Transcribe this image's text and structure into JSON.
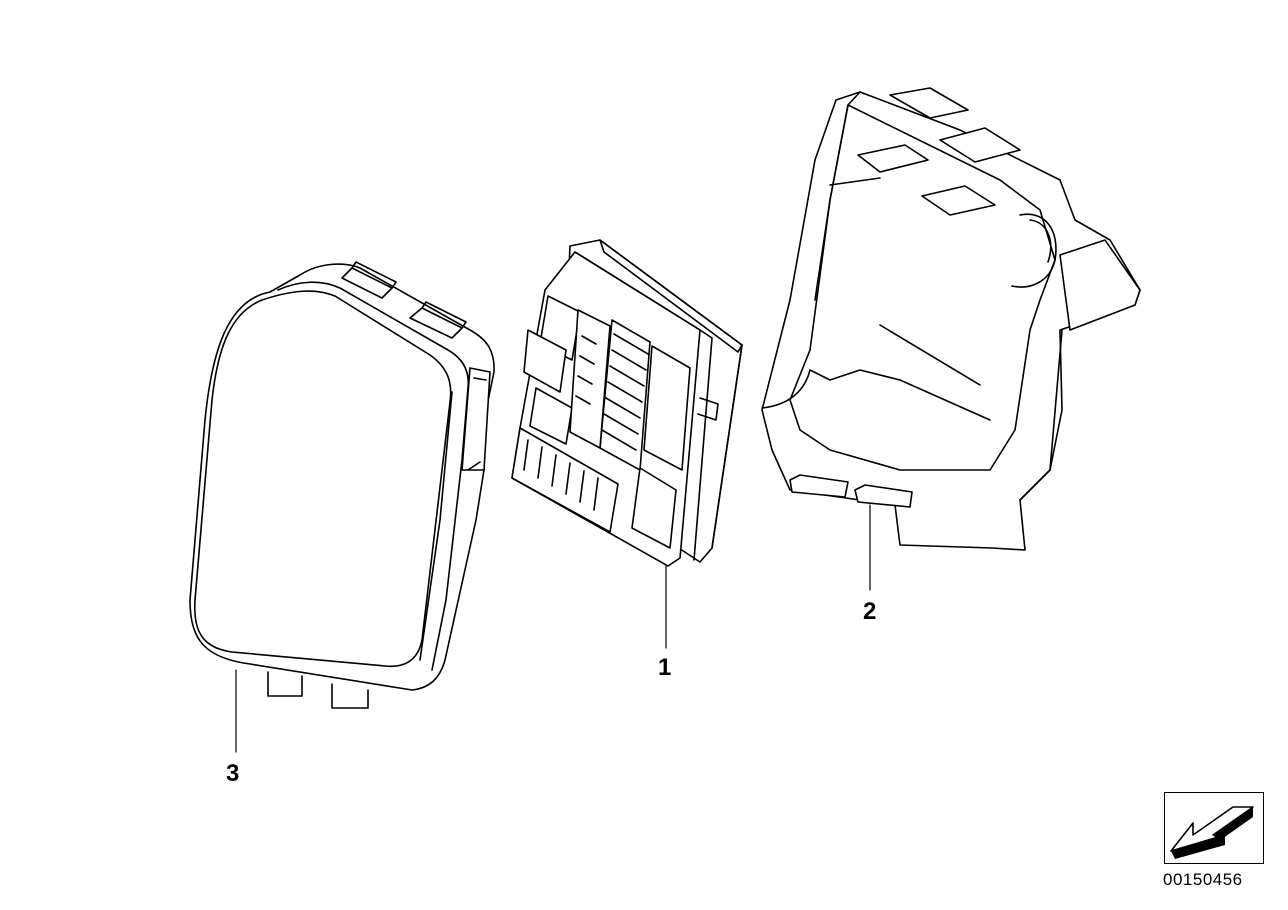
{
  "parts": [
    {
      "id": "1",
      "label": "1"
    },
    {
      "id": "2",
      "label": "2"
    },
    {
      "id": "3",
      "label": "3"
    }
  ],
  "reference_number": "00150456",
  "orientation_icon": "direction-arrow-icon",
  "colors": {
    "stroke": "#000000",
    "background": "#ffffff"
  }
}
